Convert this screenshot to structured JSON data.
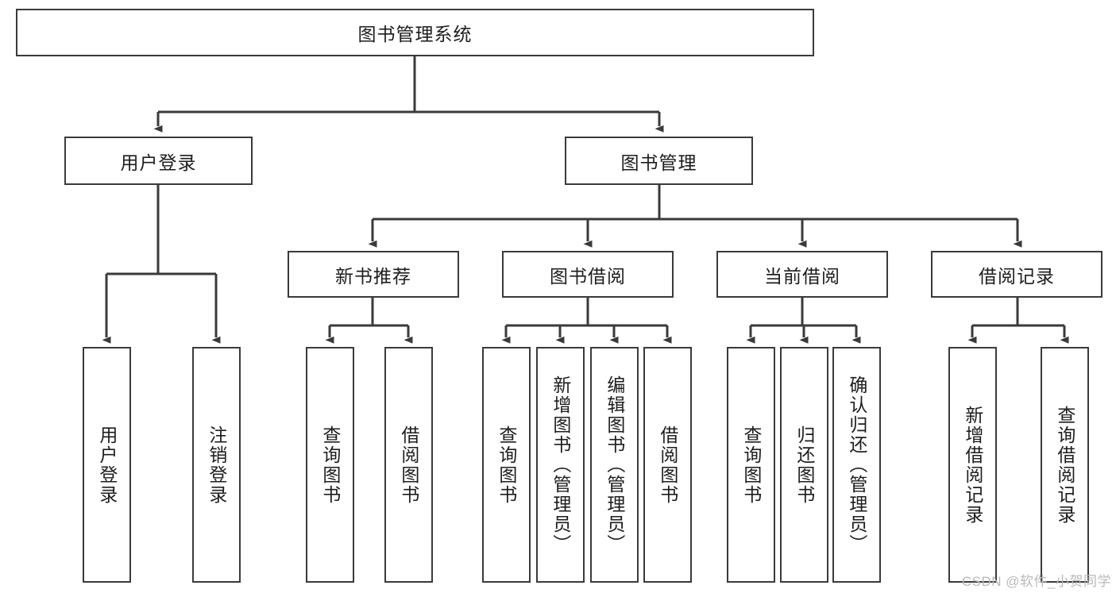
{
  "diagram": {
    "title": "图书管理系统",
    "type": "tree-hierarchy-diagram",
    "root": {
      "id": "root",
      "label": "图书管理系统",
      "orientation": "horizontal"
    },
    "level2": [
      {
        "id": "user-login",
        "label": "用户登录",
        "orientation": "horizontal"
      },
      {
        "id": "book-management",
        "label": "图书管理",
        "orientation": "horizontal"
      }
    ],
    "level3": [
      {
        "id": "new-book-recommend",
        "label": "新书推荐",
        "orientation": "horizontal",
        "parent": "book-management"
      },
      {
        "id": "book-borrow",
        "label": "图书借阅",
        "orientation": "horizontal",
        "parent": "book-management"
      },
      {
        "id": "current-borrow",
        "label": "当前借阅",
        "orientation": "horizontal",
        "parent": "book-management"
      },
      {
        "id": "borrow-record",
        "label": "借阅记录",
        "orientation": "horizontal",
        "parent": "book-management"
      }
    ],
    "leaves": [
      {
        "id": "leaf-user-login",
        "label": "用户登录",
        "parent": "user-login"
      },
      {
        "id": "leaf-logout",
        "label": "注销登录",
        "parent": "user-login"
      },
      {
        "id": "leaf-query-book-1",
        "label": "查询图书",
        "parent": "new-book-recommend"
      },
      {
        "id": "leaf-borrow-book-1",
        "label": "借阅图书",
        "parent": "new-book-recommend"
      },
      {
        "id": "leaf-query-book-2",
        "label": "查询图书",
        "parent": "book-borrow"
      },
      {
        "id": "leaf-add-book",
        "label": "新增图书（管理员）",
        "parent": "book-borrow"
      },
      {
        "id": "leaf-edit-book",
        "label": "编辑图书（管理员）",
        "parent": "book-borrow"
      },
      {
        "id": "leaf-borrow-book-2",
        "label": "借阅图书",
        "parent": "book-borrow"
      },
      {
        "id": "leaf-query-book-3",
        "label": "查询图书",
        "parent": "current-borrow"
      },
      {
        "id": "leaf-return-book",
        "label": "归还图书",
        "parent": "current-borrow"
      },
      {
        "id": "leaf-confirm-return",
        "label": "确认归还（管理员）",
        "parent": "current-borrow"
      },
      {
        "id": "leaf-add-record",
        "label": "新增借阅记录",
        "parent": "borrow-record"
      },
      {
        "id": "leaf-query-record",
        "label": "查询借阅记录",
        "parent": "borrow-record"
      }
    ]
  },
  "watermark": {
    "text": "CSDN @软件_小贺同学"
  },
  "colors": {
    "stroke": "#3a3a3a",
    "background": "#ffffff",
    "text": "#1d1d1d",
    "watermark": "#b9b9b9"
  }
}
